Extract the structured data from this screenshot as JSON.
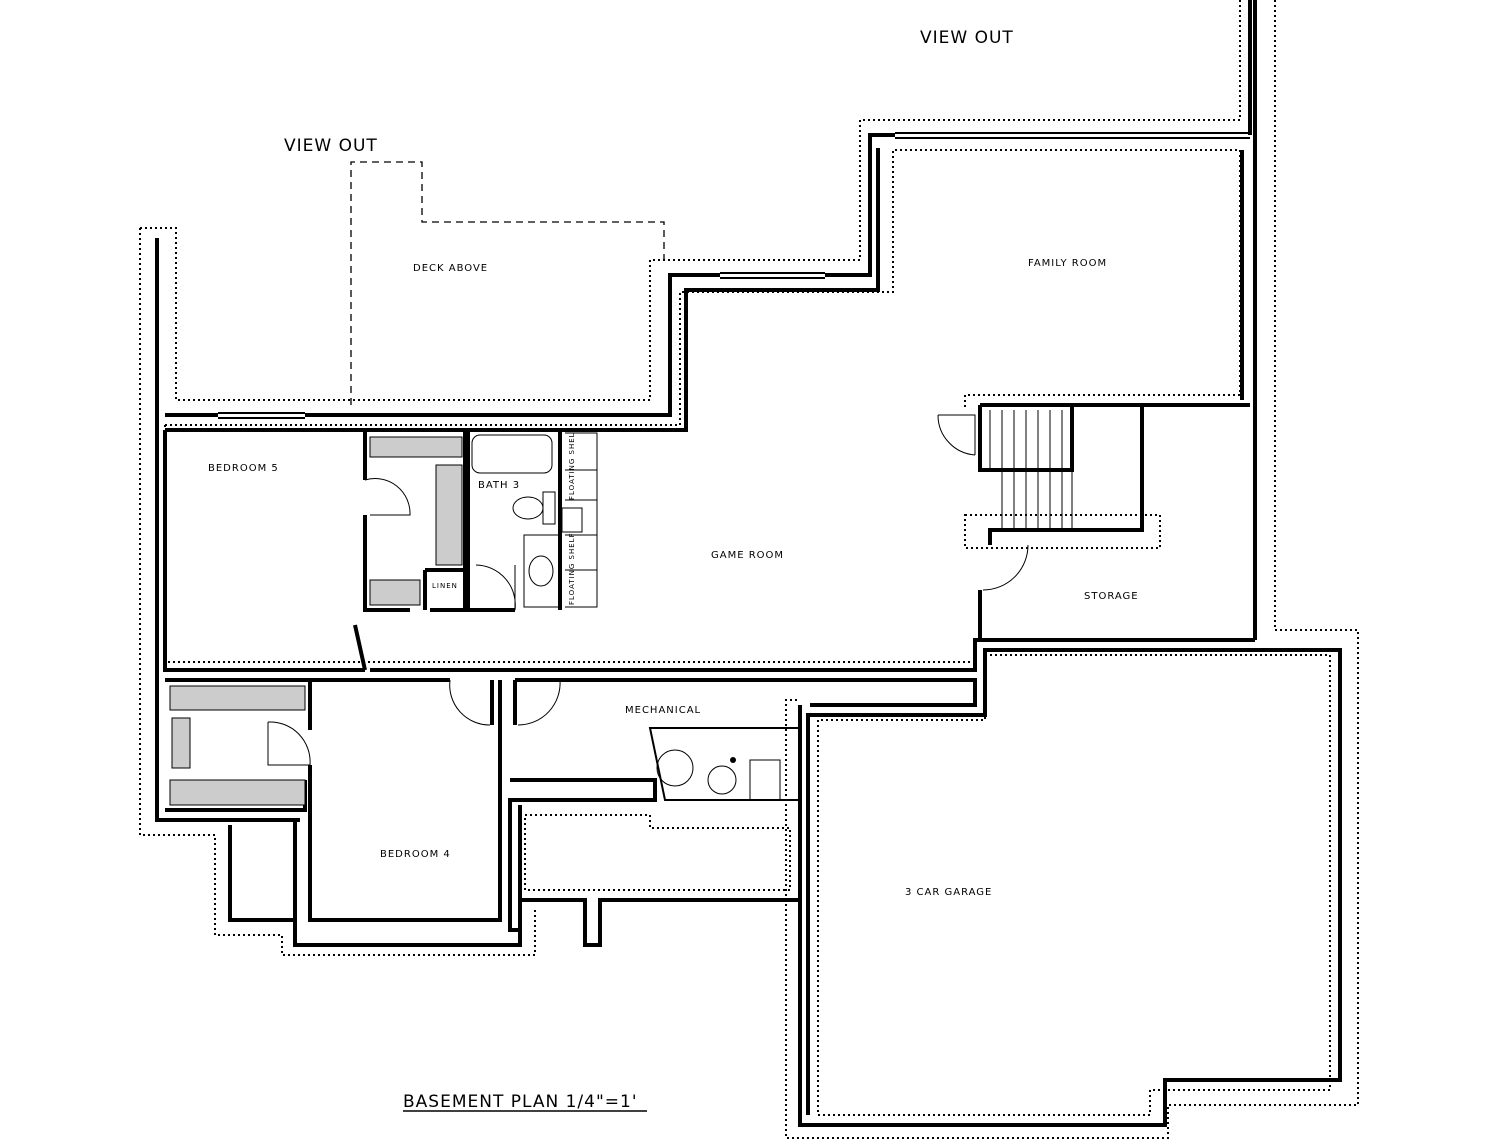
{
  "plan": {
    "title": "BASEMENT PLAN 1/4\"=1'",
    "view_out_top": "VIEW OUT",
    "view_out_left": "VIEW OUT",
    "rooms": {
      "deck_above": "DECK ABOVE",
      "family_room": "FAMILY ROOM",
      "bedroom_5": "BEDROOM 5",
      "bath_3": "BATH 3",
      "game_room": "GAME ROOM",
      "storage": "STORAGE",
      "linen": "LINEN",
      "mechanical": "MECHANICAL",
      "bedroom_4": "BEDROOM 4",
      "garage": "3 CAR GARAGE"
    },
    "floating_shelf_1": "FLOATING SHELF",
    "floating_shelf_2": "FLOATING SHELF"
  }
}
